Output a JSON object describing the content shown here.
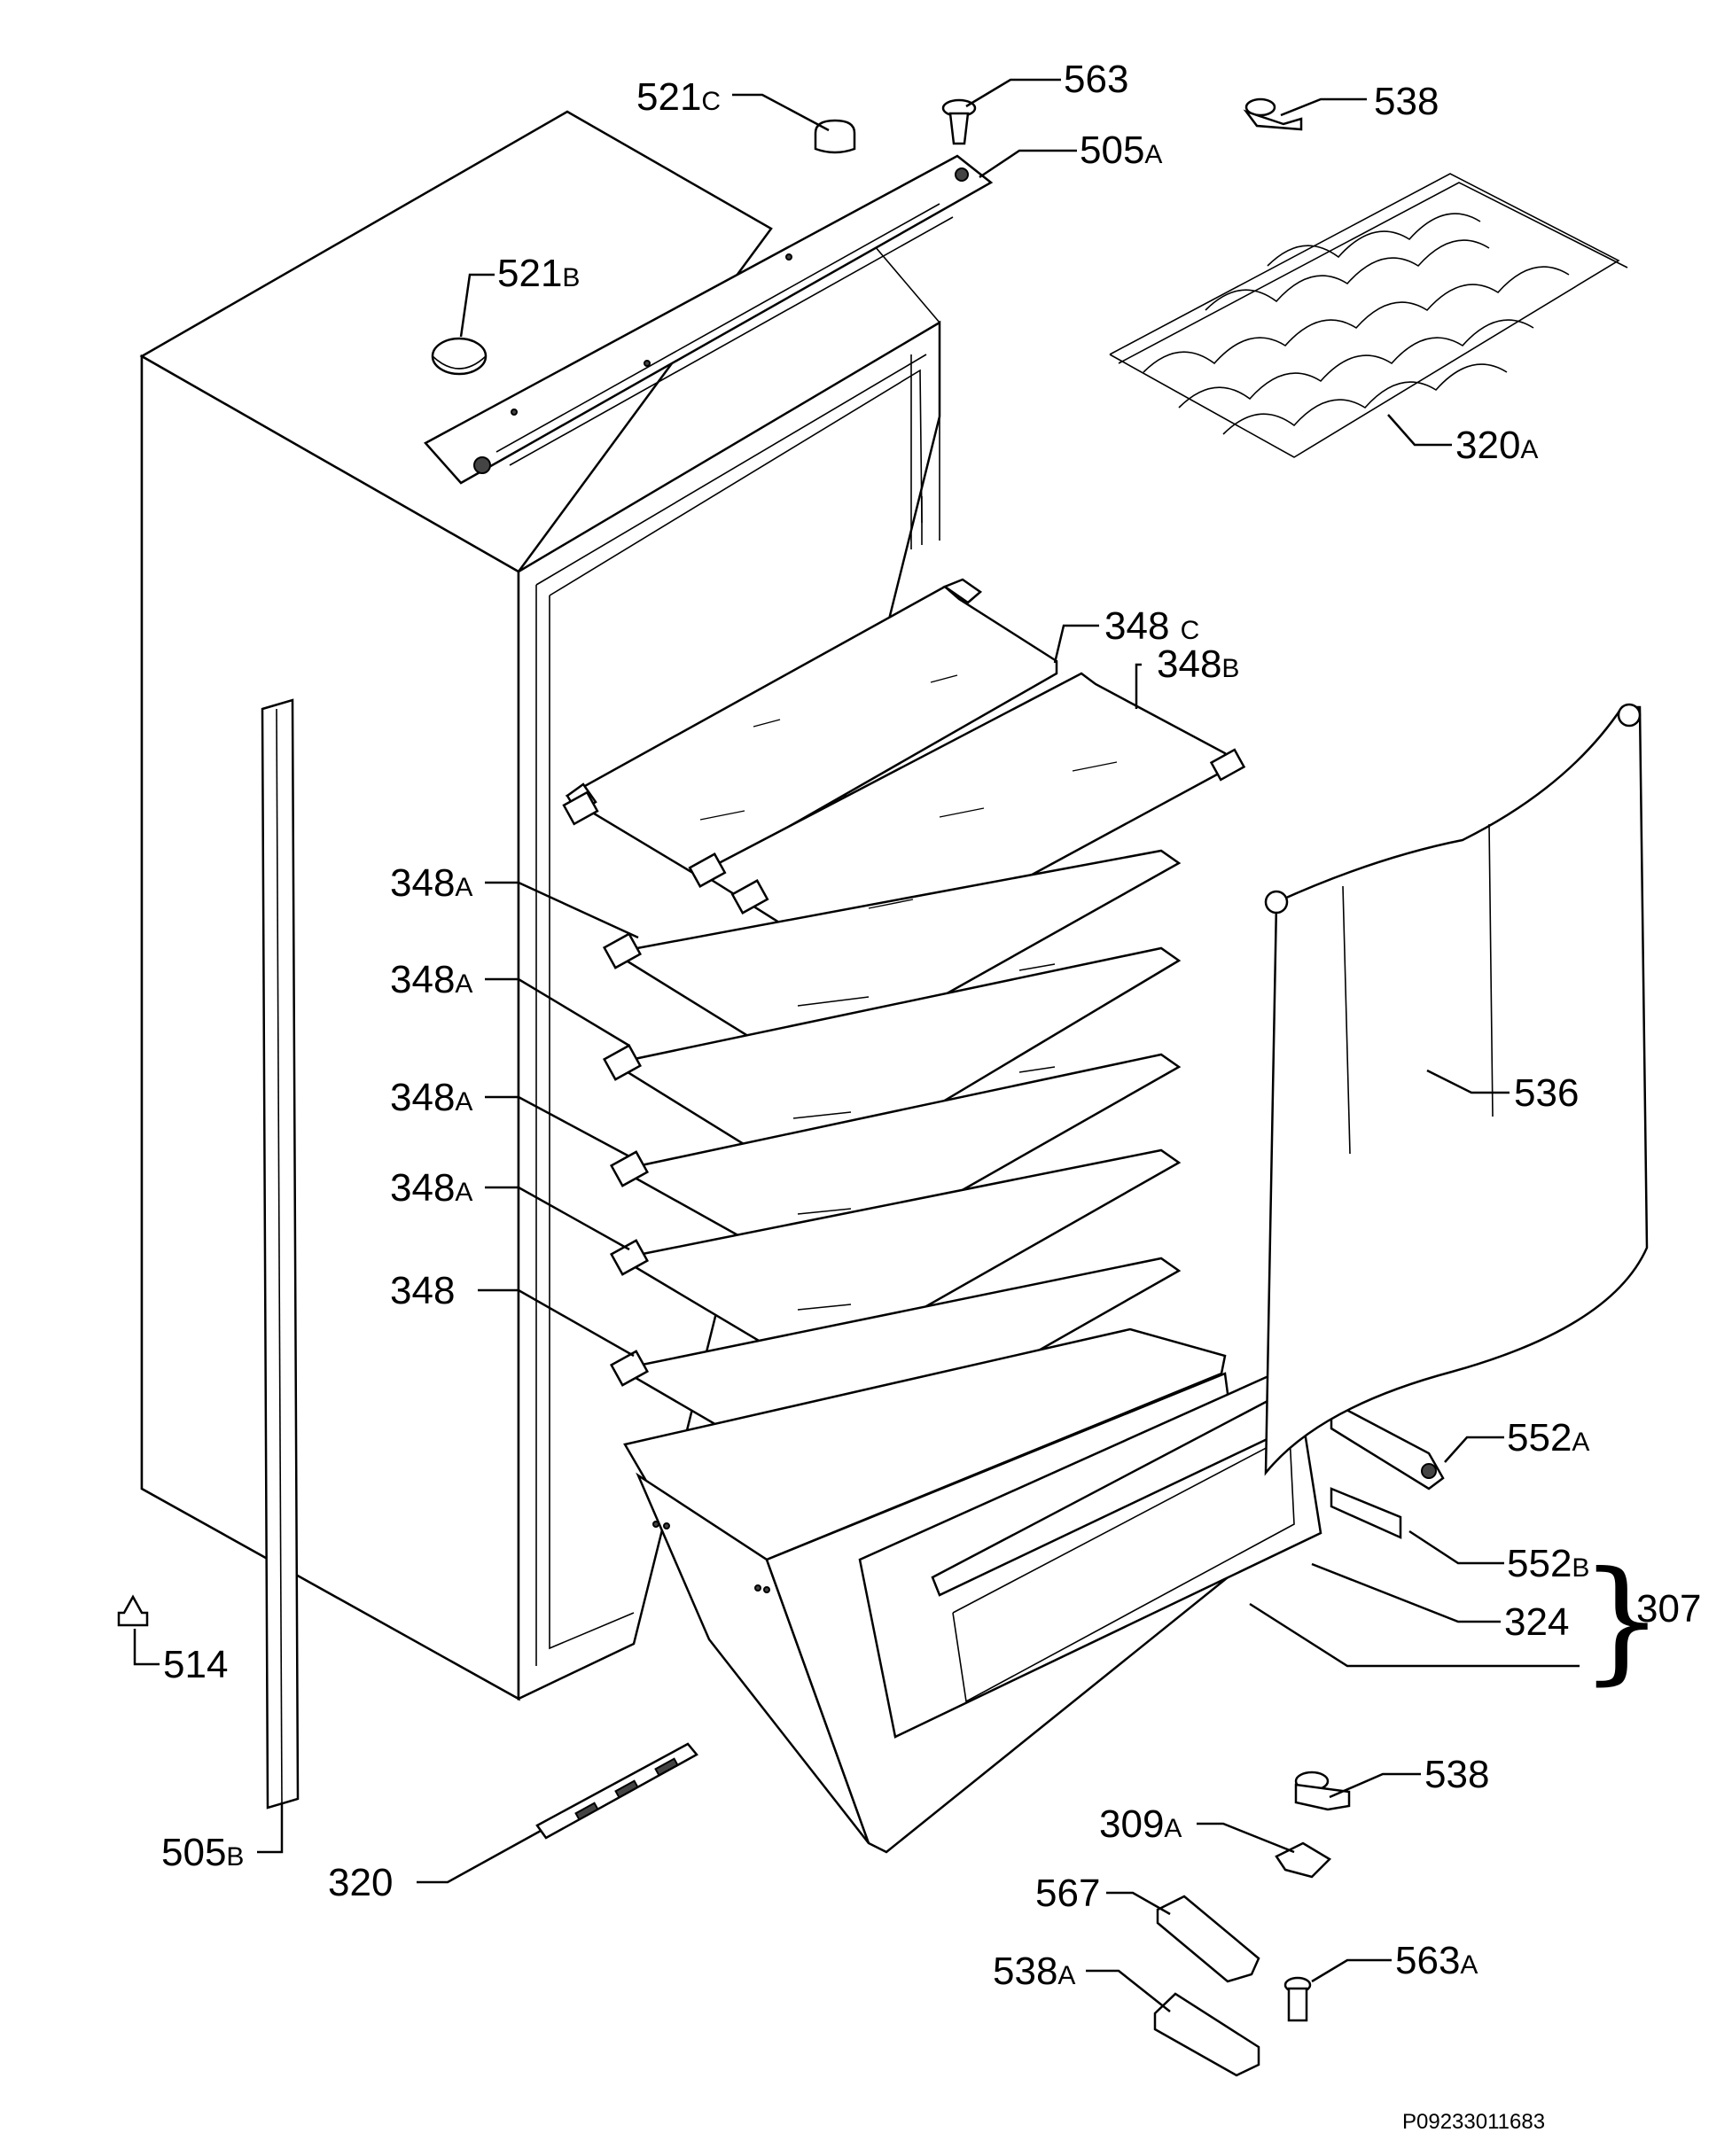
{
  "diagram_id": "P09233011683",
  "callouts": [
    {
      "key": "c521c",
      "number": "521",
      "suffix": "C"
    },
    {
      "key": "c563",
      "number": "563",
      "suffix": ""
    },
    {
      "key": "c538top",
      "number": "538",
      "suffix": ""
    },
    {
      "key": "c505a",
      "number": "505",
      "suffix": "A"
    },
    {
      "key": "c521b",
      "number": "521",
      "suffix": "B"
    },
    {
      "key": "c320a",
      "number": "320",
      "suffix": "A"
    },
    {
      "key": "c348c",
      "number": "348",
      "suffix": "C"
    },
    {
      "key": "c348b",
      "number": "348",
      "suffix": "B"
    },
    {
      "key": "c348a1",
      "number": "348",
      "suffix": "A"
    },
    {
      "key": "c348a2",
      "number": "348",
      "suffix": "A"
    },
    {
      "key": "c348a3",
      "number": "348",
      "suffix": "A"
    },
    {
      "key": "c348a4",
      "number": "348",
      "suffix": "A"
    },
    {
      "key": "c348",
      "number": "348",
      "suffix": ""
    },
    {
      "key": "c536",
      "number": "536",
      "suffix": ""
    },
    {
      "key": "c552a",
      "number": "552",
      "suffix": "A"
    },
    {
      "key": "c552b",
      "number": "552",
      "suffix": "B"
    },
    {
      "key": "c324",
      "number": "324",
      "suffix": ""
    },
    {
      "key": "c307",
      "number": "307",
      "suffix": ""
    },
    {
      "key": "c514",
      "number": "514",
      "suffix": ""
    },
    {
      "key": "c505b",
      "number": "505",
      "suffix": "B"
    },
    {
      "key": "c320",
      "number": "320",
      "suffix": ""
    },
    {
      "key": "c538mid",
      "number": "538",
      "suffix": ""
    },
    {
      "key": "c309a",
      "number": "309",
      "suffix": "A"
    },
    {
      "key": "c567",
      "number": "567",
      "suffix": ""
    },
    {
      "key": "c538a",
      "number": "538",
      "suffix": "A"
    },
    {
      "key": "c563a",
      "number": "563",
      "suffix": "A"
    }
  ]
}
